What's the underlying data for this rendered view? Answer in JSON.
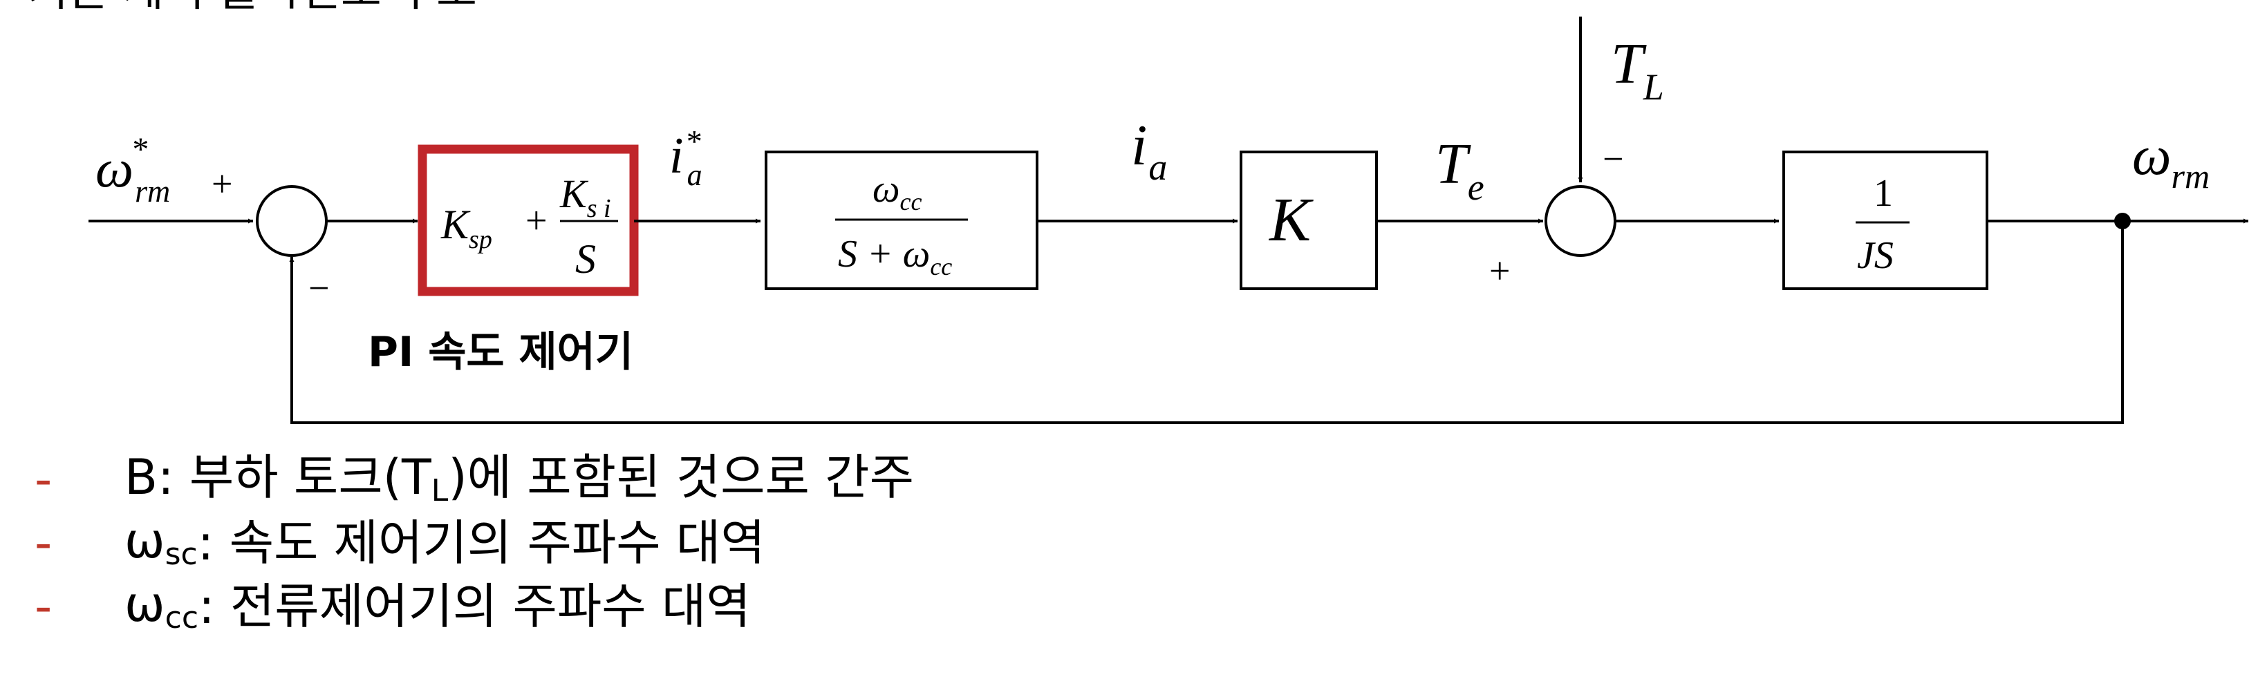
{
  "diagram": {
    "top_fragment": "기본 제어 블록선도 구조",
    "input_signal": {
      "symbol": "ω",
      "superscript": "*",
      "subscript": "rm"
    },
    "sum1": {
      "plus_sign": "+",
      "minus_sign": "−"
    },
    "pi_block": {
      "term1": "K",
      "term1_sub": "sp",
      "plus": "+",
      "numerator": "K",
      "numerator_sub": "s i",
      "denominator": "S",
      "caption": "PI 속도 제어기",
      "border_color": "#c0262a"
    },
    "current_ref": {
      "symbol": "i",
      "superscript": "*",
      "subscript": "a"
    },
    "current_block": {
      "numerator": "ω",
      "numerator_sub": "cc",
      "denominator": "S + ω",
      "denominator_sub": "cc"
    },
    "current_signal": {
      "symbol": "i",
      "subscript": "a"
    },
    "gain_block": {
      "label": "K"
    },
    "torque_signal": {
      "symbol": "T",
      "subscript": "e"
    },
    "load_torque": {
      "symbol": "T",
      "subscript": "L"
    },
    "sum2": {
      "plus_sign": "+",
      "minus_sign": "−"
    },
    "mech_block": {
      "numerator": "1",
      "denominator": "JS"
    },
    "output_signal": {
      "symbol": "ω",
      "subscript": "rm"
    }
  },
  "notes": [
    {
      "dash": "-",
      "symbol": "B",
      "symbol_sub": "",
      "text": " : 부하 토크(T",
      "text_sub": "L",
      "text_end": ")에 포함된 것으로 간주"
    },
    {
      "dash": "-",
      "symbol": "ω",
      "symbol_sub": "sc",
      "text": " : 속도 제어기의 주파수 대역",
      "text_sub": "",
      "text_end": ""
    },
    {
      "dash": "-",
      "symbol": "ω",
      "symbol_sub": "cc",
      "text": " : 전류제어기의 주파수 대역",
      "text_sub": "",
      "text_end": ""
    }
  ]
}
